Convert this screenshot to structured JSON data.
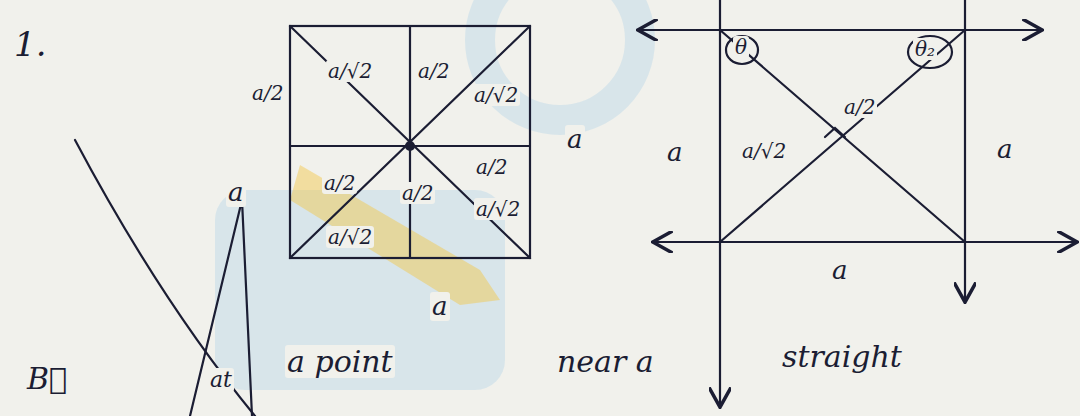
{
  "diagram": {
    "labels": [
      "1.",
      "a/2",
      "a/√2",
      "a/2",
      "a/√2",
      "a/2",
      "a/√2",
      "a/2",
      "a/√2",
      "a/2",
      "a",
      "a",
      "a",
      "B⃗",
      "at",
      "a point",
      "near a",
      "straight",
      "θ",
      "θ₂",
      "a/2",
      "a/√2",
      "a",
      "a",
      "a"
    ]
  }
}
